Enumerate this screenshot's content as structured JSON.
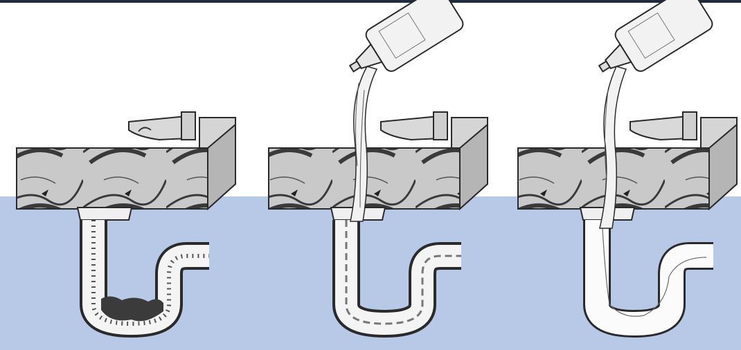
{
  "illustration": {
    "panels": [
      {
        "id": "clogged",
        "drain_state": "clogged"
      },
      {
        "id": "pouring",
        "drain_state": "dissolving"
      },
      {
        "id": "clear",
        "drain_state": "clear"
      }
    ],
    "colors": {
      "top_rule": "#1d2b3a",
      "water_background": "#b7c9e6",
      "counter_fill": "#c9c9c9",
      "counter_dark": "#3a3a3a",
      "outline": "#2a2a2a",
      "pipe_fill": "#f4f4f4",
      "clog": "#3b3b3b",
      "liquid_stream": "#f2f2f2"
    },
    "icons": [
      "sink-counter",
      "faucet-icon",
      "drain-trap-pipe",
      "cleaner-bottle-icon",
      "liquid-stream"
    ]
  }
}
